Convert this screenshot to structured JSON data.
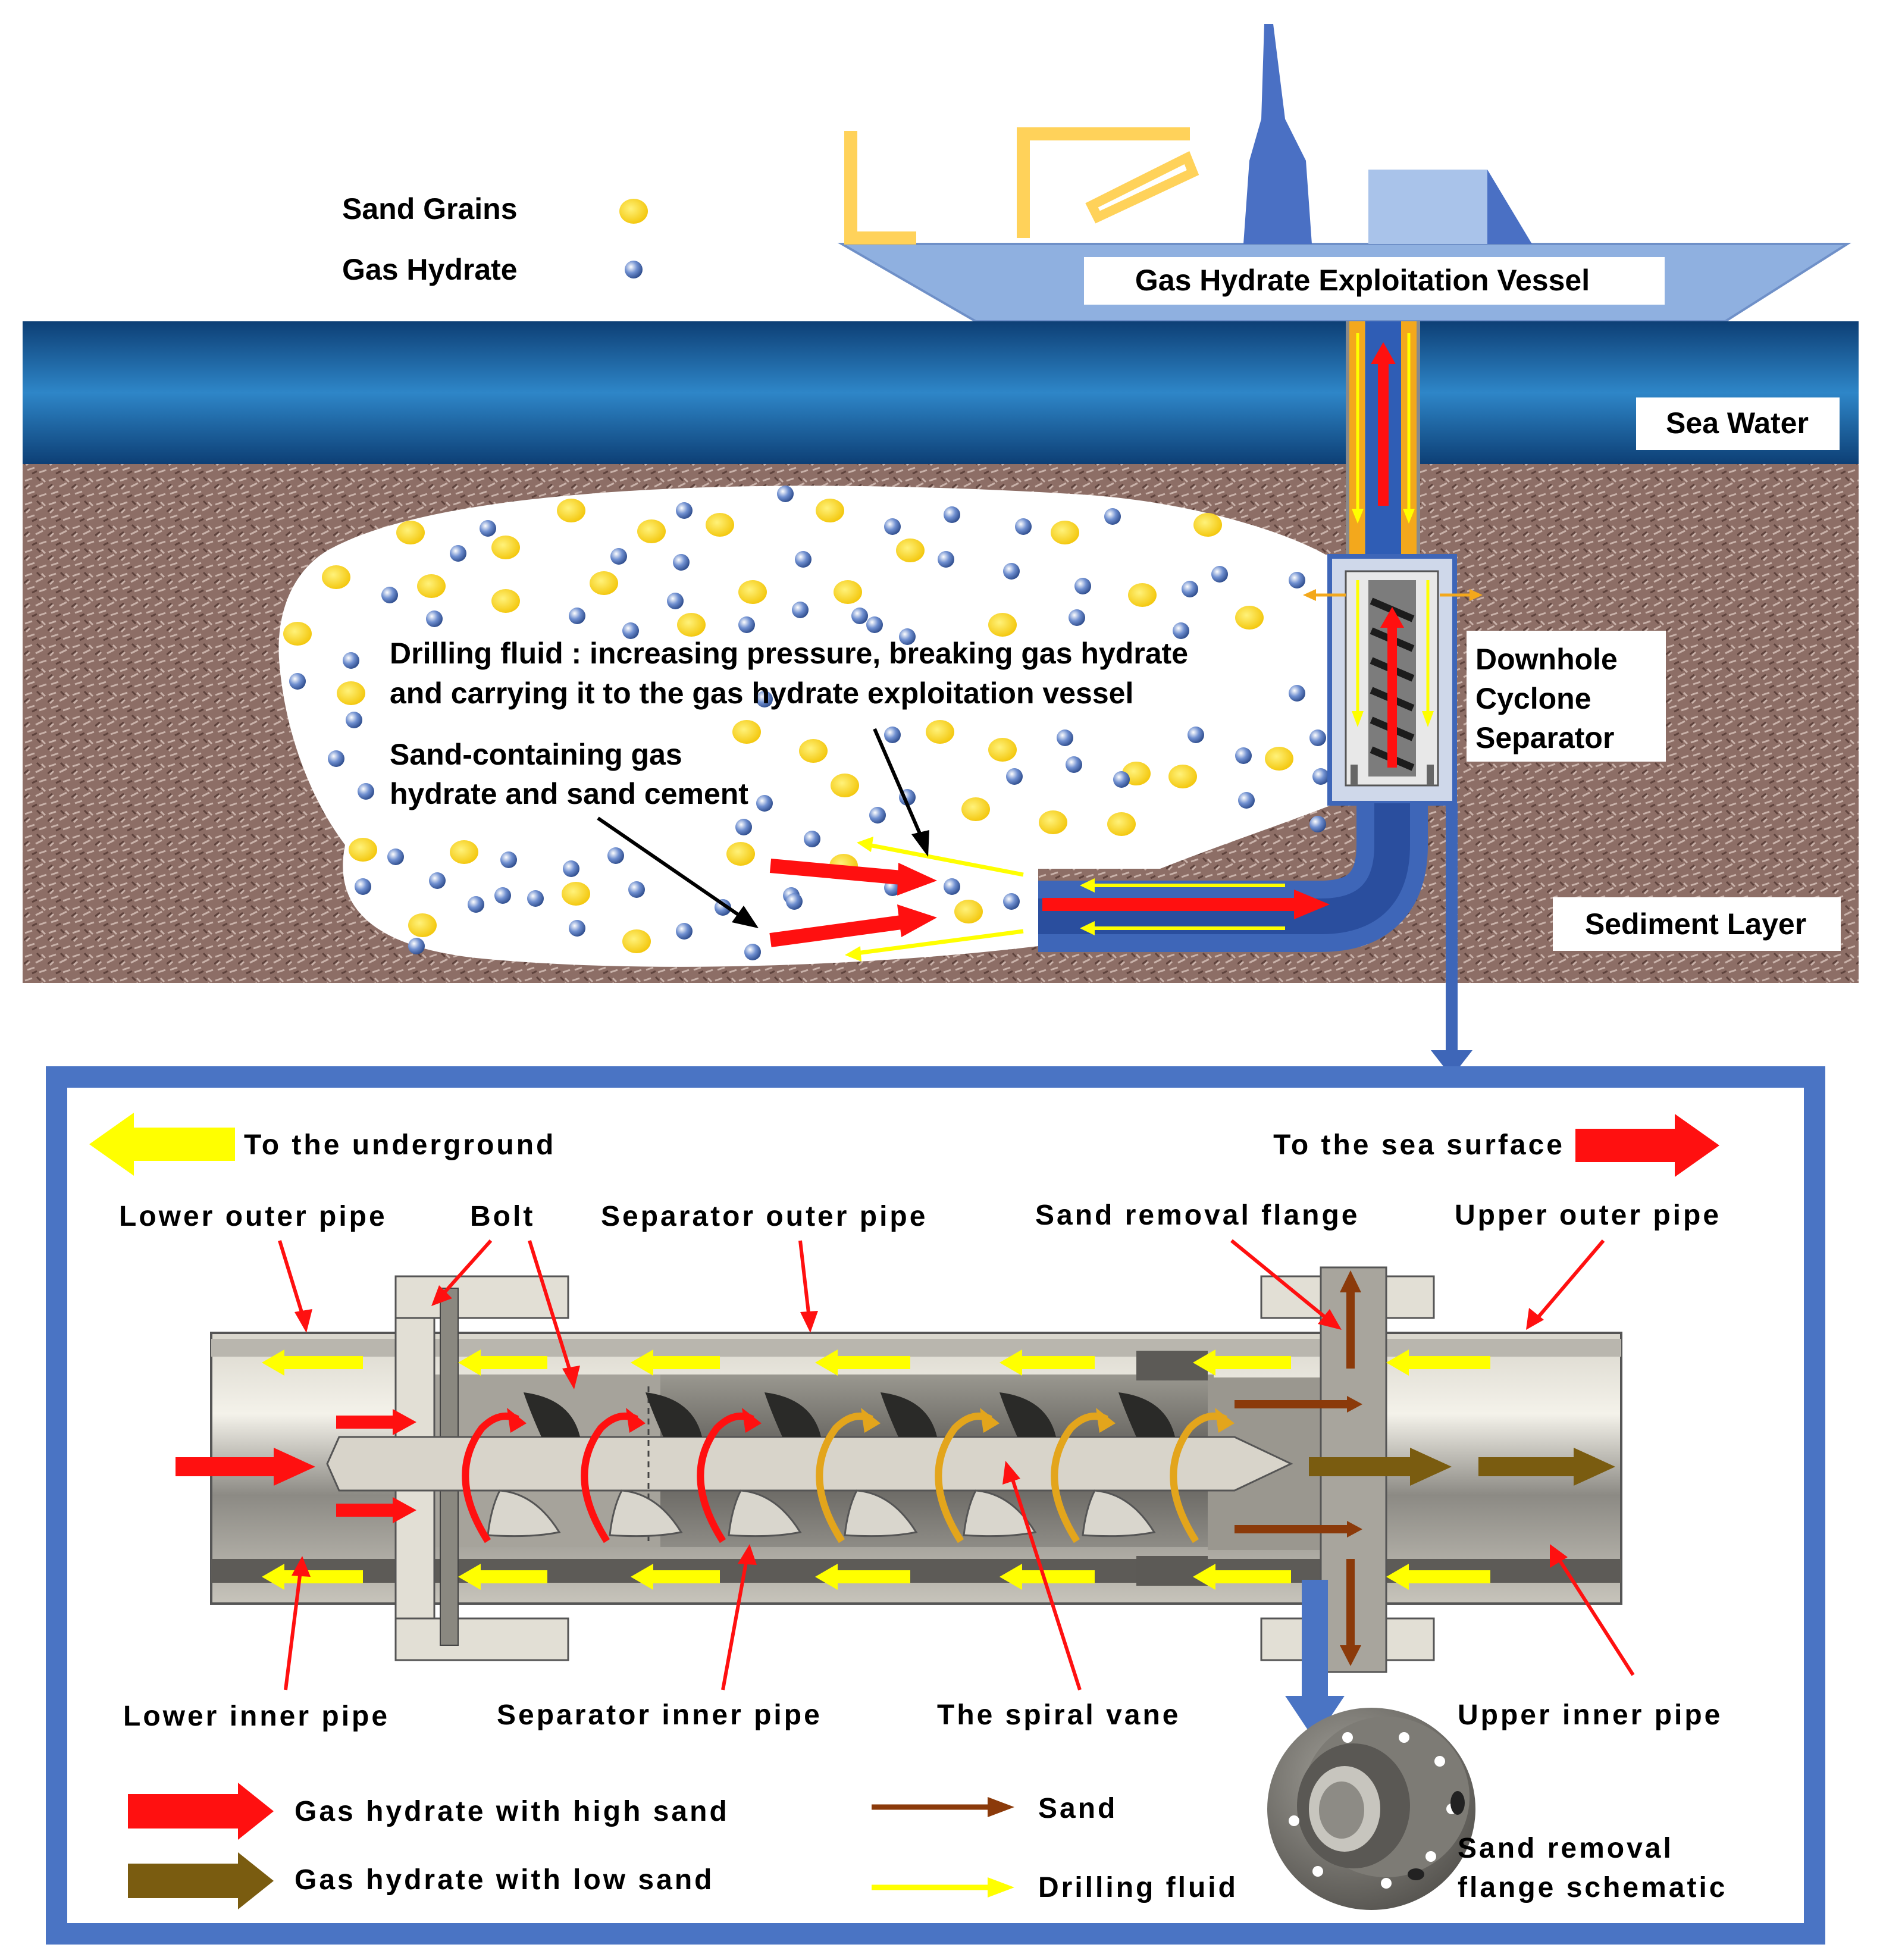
{
  "legend_top": {
    "sand_grains": "Sand Grains",
    "gas_hydrate": "Gas Hydrate"
  },
  "labels": {
    "vessel": "Gas Hydrate Exploitation Vessel",
    "sea_water": "Sea Water",
    "separator_line1": "Downhole",
    "separator_line2": "Cyclone",
    "separator_line3": "Separator",
    "sediment": "Sediment Layer",
    "drilling_fluid_line1": "Drilling fluid : increasing pressure, breaking gas hydrate",
    "drilling_fluid_line2": "and carrying it to the gas hydrate exploitation vessel",
    "sand_containing_line1": "Sand-containing gas",
    "sand_containing_line2": "hydrate and sand cement"
  },
  "detail": {
    "to_underground": "To the underground",
    "to_sea_surface": "To the sea surface",
    "lower_outer_pipe": "Lower outer pipe",
    "bolt": "Bolt",
    "separator_outer_pipe": "Separator outer pipe",
    "sand_removal_flange": "Sand removal flange",
    "upper_outer_pipe": "Upper outer pipe",
    "lower_inner_pipe": "Lower inner pipe",
    "separator_inner_pipe": "Separator inner pipe",
    "spiral_vane": "The spiral vane",
    "upper_inner_pipe": "Upper inner pipe",
    "flange_schematic_line1": "Sand removal",
    "flange_schematic_line2": "flange schematic"
  },
  "legend_bottom": {
    "high_sand": "Gas hydrate with high sand",
    "low_sand": "Gas hydrate with low sand",
    "sand": "Sand",
    "drilling_fluid": "Drilling fluid"
  },
  "colors": {
    "sand_grain": "#ffd400",
    "gas_hydrate": "#3f5f9e",
    "sea_dark": "#0d3f75",
    "sea_light": "#2e7fc0",
    "sediment": "#8a6b63",
    "pipe_blue": "#3e66b8",
    "high_sand_arrow": "#ff1010",
    "low_sand_arrow": "#7a5c10",
    "sand_arrow": "#8b3a0a",
    "drilling_fluid_arrow": "#ffff00",
    "frame_blue": "#4a74c4"
  }
}
